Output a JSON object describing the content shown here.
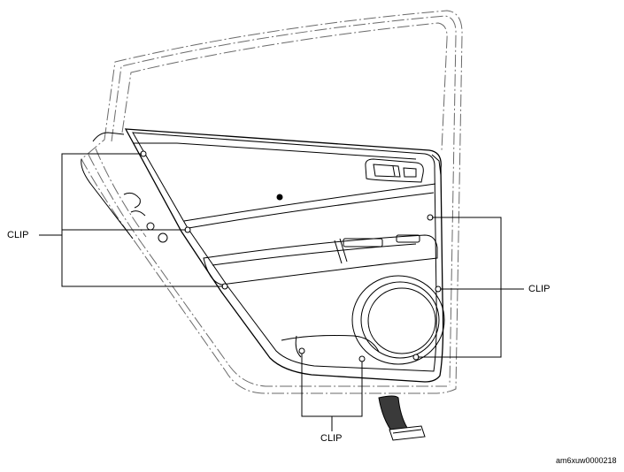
{
  "labels": {
    "clip_left": "CLIP",
    "clip_right": "CLIP",
    "clip_bottom": "CLIP"
  },
  "figure_code": "am6xuw0000218",
  "colors": {
    "line": "#000000",
    "ghost_line": "#6a6a6a",
    "panel_fill": "#ffffff",
    "tool_fill": "#3a3a3a"
  }
}
